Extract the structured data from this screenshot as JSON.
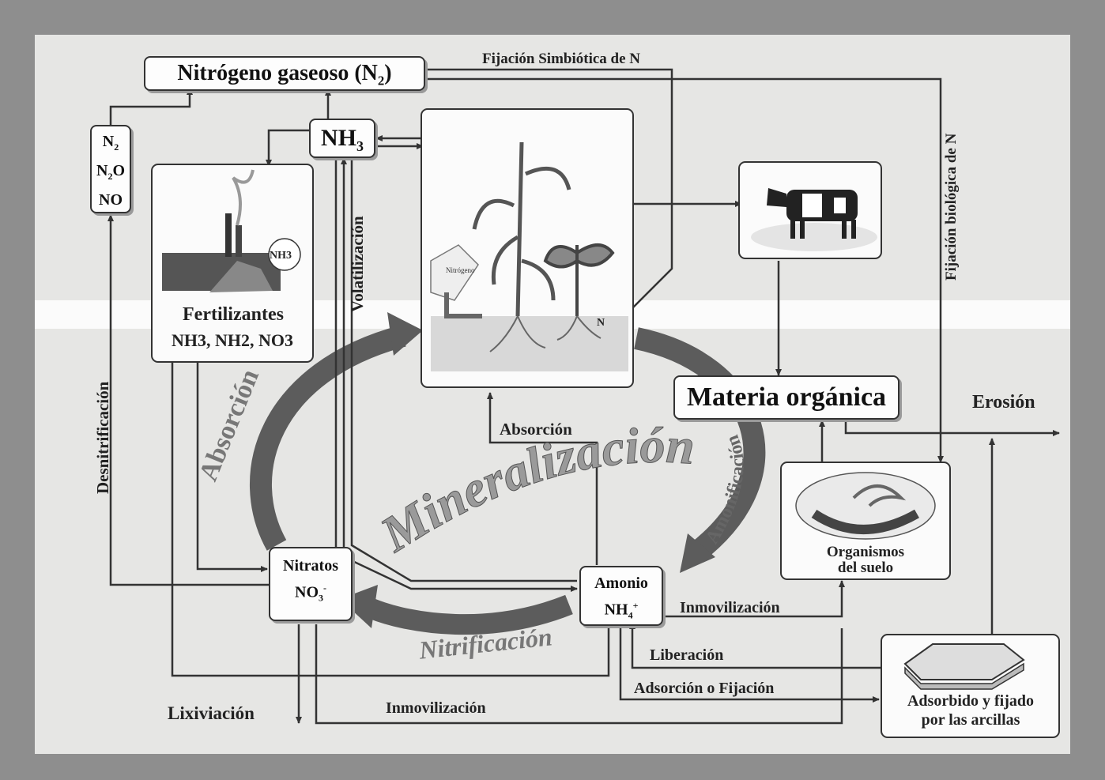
{
  "nodes": {
    "nitrogen_gas": {
      "main": "Nitrógeno gaseoso (N",
      "sub": "2",
      "tail": ")"
    },
    "nh3": {
      "main": "NH",
      "sub": "3"
    },
    "gases": {
      "n2": "N",
      "n2_sub": "2",
      "n2o": "N",
      "n2o_sub": "2",
      "n2o_tail": "O",
      "no": "NO"
    },
    "fertilizers": {
      "title": "Fertilizantes",
      "formula": "NH3, NH2, NO3"
    },
    "organic_matter": "Materia orgánica",
    "soil_organisms": {
      "line1": "Organismos",
      "line2": "del suelo"
    },
    "nitrates": {
      "line1": "Nitratos",
      "line2": "NO",
      "sub": "3",
      "sup": "-"
    },
    "ammonium": {
      "line1": "Amonio",
      "line2": "NH",
      "sub": "4",
      "sup": "+"
    },
    "clays": {
      "line1": "Adsorbido y fijado",
      "line2": "por las arcillas"
    }
  },
  "labels": {
    "symbiotic_fixation": "Fijación Simbiótica de N",
    "biological_fixation": "Fijación biológica de N",
    "volatilization": "Volatilización",
    "denitrification": "Desnitrificación",
    "absorption_left": "Absorción",
    "absorption_center": "Absorción",
    "ammonification": "Amonificación",
    "mineralization": "Mineralización",
    "nitrification": "Nitrificación",
    "erosion": "Erosión",
    "immobilization_right": "Inmovilización",
    "release": "Liberación",
    "adsorption_fixation": "Adsorción o Fijación",
    "immobilization_bottom": "Inmovilización",
    "leaching": "Lixiviación"
  },
  "illustration_text": {
    "factory_nh3": "NH3",
    "bag": "Nitrógeno",
    "n_mark": "N"
  },
  "colors": {
    "panel": "#e6e6e4",
    "frame": "#8e8e8e",
    "cycle_arrow": "#5c5c5c",
    "mineralization_text": "#9a9a9a"
  }
}
